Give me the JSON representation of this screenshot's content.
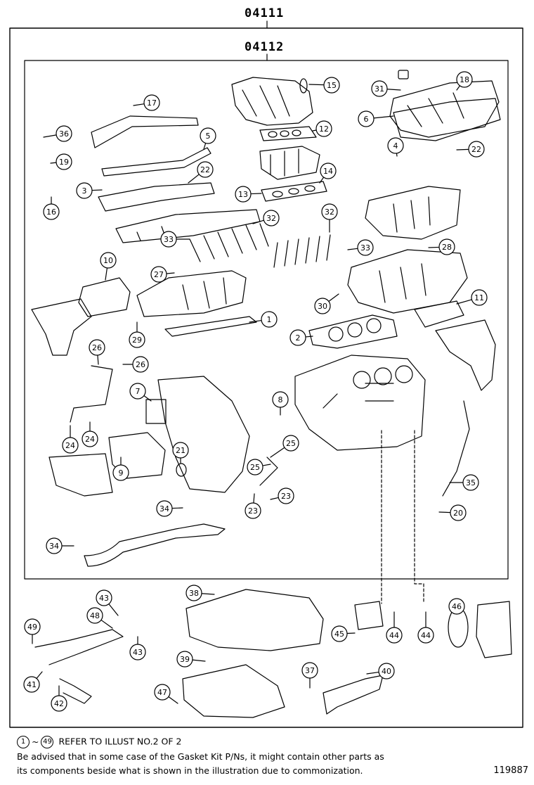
{
  "header": {
    "outer_kit_number": "04111",
    "inner_kit_number": "04112"
  },
  "callouts": [
    {
      "id": "1",
      "label": "1"
    },
    {
      "id": "2",
      "label": "2"
    },
    {
      "id": "3",
      "label": "3"
    },
    {
      "id": "4",
      "label": "4"
    },
    {
      "id": "5",
      "label": "5"
    },
    {
      "id": "6",
      "label": "6"
    },
    {
      "id": "7",
      "label": "7"
    },
    {
      "id": "8",
      "label": "8"
    },
    {
      "id": "9",
      "label": "9"
    },
    {
      "id": "10",
      "label": "10"
    },
    {
      "id": "11",
      "label": "11"
    },
    {
      "id": "12",
      "label": "12"
    },
    {
      "id": "13",
      "label": "13"
    },
    {
      "id": "14",
      "label": "14"
    },
    {
      "id": "15",
      "label": "15"
    },
    {
      "id": "16",
      "label": "16"
    },
    {
      "id": "17",
      "label": "17"
    },
    {
      "id": "18",
      "label": "18"
    },
    {
      "id": "19",
      "label": "19"
    },
    {
      "id": "20",
      "label": "20"
    },
    {
      "id": "21",
      "label": "21"
    },
    {
      "id": "22a",
      "label": "22"
    },
    {
      "id": "22b",
      "label": "22"
    },
    {
      "id": "23a",
      "label": "23"
    },
    {
      "id": "23b",
      "label": "23"
    },
    {
      "id": "24a",
      "label": "24"
    },
    {
      "id": "24b",
      "label": "24"
    },
    {
      "id": "25a",
      "label": "25"
    },
    {
      "id": "25b",
      "label": "25"
    },
    {
      "id": "26a",
      "label": "26"
    },
    {
      "id": "26b",
      "label": "26"
    },
    {
      "id": "27",
      "label": "27"
    },
    {
      "id": "28",
      "label": "28"
    },
    {
      "id": "29",
      "label": "29"
    },
    {
      "id": "30",
      "label": "30"
    },
    {
      "id": "31",
      "label": "31"
    },
    {
      "id": "32a",
      "label": "32"
    },
    {
      "id": "32b",
      "label": "32"
    },
    {
      "id": "33a",
      "label": "33"
    },
    {
      "id": "33b",
      "label": "33"
    },
    {
      "id": "34a",
      "label": "34"
    },
    {
      "id": "34b",
      "label": "34"
    },
    {
      "id": "35",
      "label": "35"
    },
    {
      "id": "36",
      "label": "36"
    },
    {
      "id": "37",
      "label": "37"
    },
    {
      "id": "38",
      "label": "38"
    },
    {
      "id": "39",
      "label": "39"
    },
    {
      "id": "40",
      "label": "40"
    },
    {
      "id": "41",
      "label": "41"
    },
    {
      "id": "42",
      "label": "42"
    },
    {
      "id": "43a",
      "label": "43"
    },
    {
      "id": "43b",
      "label": "43"
    },
    {
      "id": "44a",
      "label": "44"
    },
    {
      "id": "44b",
      "label": "44"
    },
    {
      "id": "45",
      "label": "45"
    },
    {
      "id": "46",
      "label": "46"
    },
    {
      "id": "47",
      "label": "47"
    },
    {
      "id": "48",
      "label": "48"
    },
    {
      "id": "49",
      "label": "49"
    }
  ],
  "footer": {
    "range_start": "1",
    "tilde": "~",
    "range_end": "49",
    "note_ref": "REFER TO ILLUST NO.2 OF 2",
    "advice_line1": "Be advised that in some case of the Gasket Kit P/Ns,  it might contain other parts as",
    "advice_line2": "its components beside what is shown in the illustration due to commonization.",
    "illustration_number": "119887"
  },
  "colors": {
    "ink": "#000000",
    "paper": "#ffffff"
  }
}
